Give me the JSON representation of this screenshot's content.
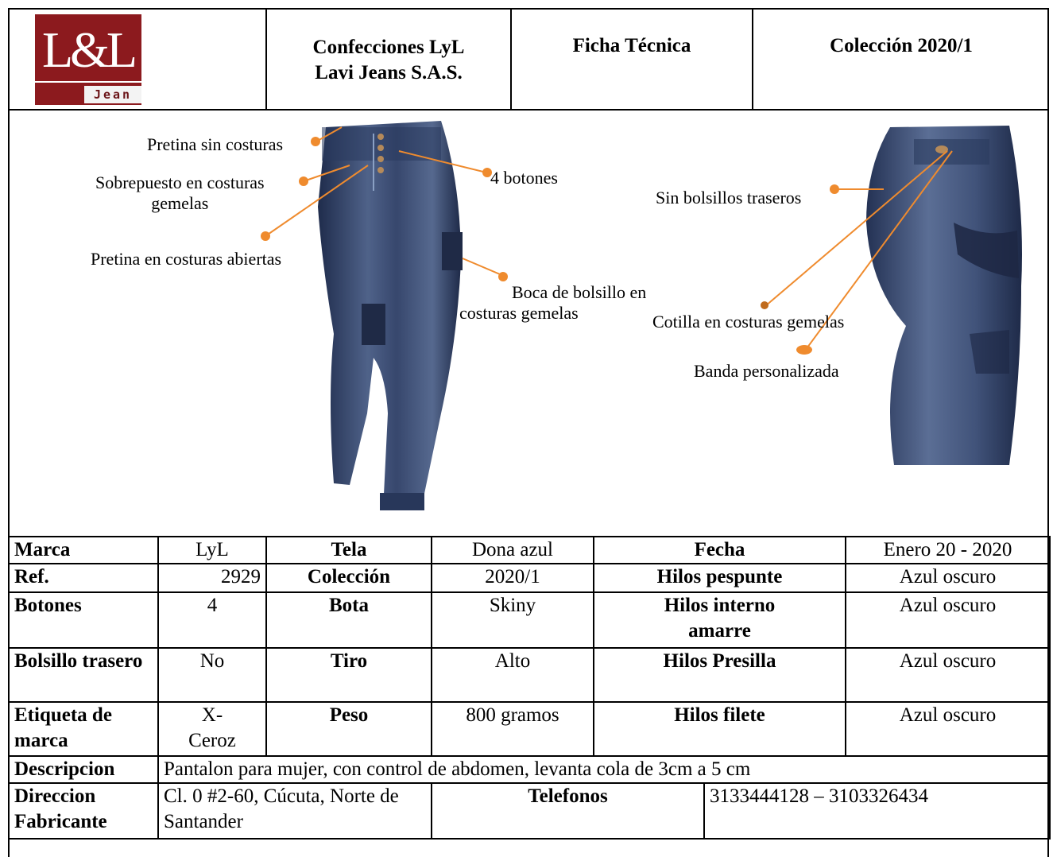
{
  "header": {
    "logo_text": "L&L",
    "logo_sub": "Jean",
    "company_line1": "Confecciones LyL",
    "company_line2": "Lavi Jeans S.A.S.",
    "doc_title": "Ficha Técnica",
    "collection_title": "Colección 2020/1"
  },
  "annotations": {
    "pretina_sin_costuras": "Pretina sin costuras",
    "sobrepuesto_line1": "Sobrepuesto en costuras",
    "sobrepuesto_line2": "gemelas",
    "cuatro_botones": "4 botones",
    "pretina_abiertas": "Pretina en costuras abiertas",
    "boca_line1": "Boca de bolsillo en",
    "boca_line2": "costuras gemelas",
    "sin_bolsillos": "Sin bolsillos traseros",
    "cotilla": "Cotilla en costuras gemelas",
    "banda": "Banda personalizada"
  },
  "accent_color": "#ef8b2e",
  "table": {
    "marca_label": "Marca",
    "marca_value": "LyL",
    "tela_label": "Tela",
    "tela_value": "Dona azul",
    "fecha_label": "Fecha",
    "fecha_value": "Enero 20 - 2020",
    "ref_label": "Ref.",
    "ref_value": "2929",
    "coleccion_label": "Colección",
    "coleccion_value": "2020/1",
    "hilos_pespunte_label": "Hilos pespunte",
    "hilos_pespunte_value": "Azul oscuro",
    "botones_label": "Botones",
    "botones_value": "4",
    "bota_label": "Bota",
    "bota_value": "Skiny",
    "hilos_interno_label": "Hilos interno amarre",
    "hilos_interno_value": "Azul oscuro",
    "bolsillo_label": "Bolsillo trasero",
    "bolsillo_value": "No",
    "tiro_label": "Tiro",
    "tiro_value": "Alto",
    "hilos_presilla_label": "Hilos Presilla",
    "hilos_presilla_value": "Azul oscuro",
    "etiqueta_label": "Etiqueta de marca",
    "etiqueta_value": "X-Ceroz",
    "peso_label": "Peso",
    "peso_value": "800 gramos",
    "hilos_filete_label": "Hilos filete",
    "hilos_filete_value": "Azul oscuro",
    "descripcion_label": "Descripcion",
    "descripcion_value": "Pantalon para mujer, con control de abdomen, levanta cola de 3cm a 5 cm",
    "direccion_label": "Direccion Fabricante",
    "direccion_value": "Cl. 0 #2-60, Cúcuta, Norte de Santander",
    "telefonos_label": "Telefonos",
    "telefonos_value": "3133444128 – 3103326434"
  }
}
